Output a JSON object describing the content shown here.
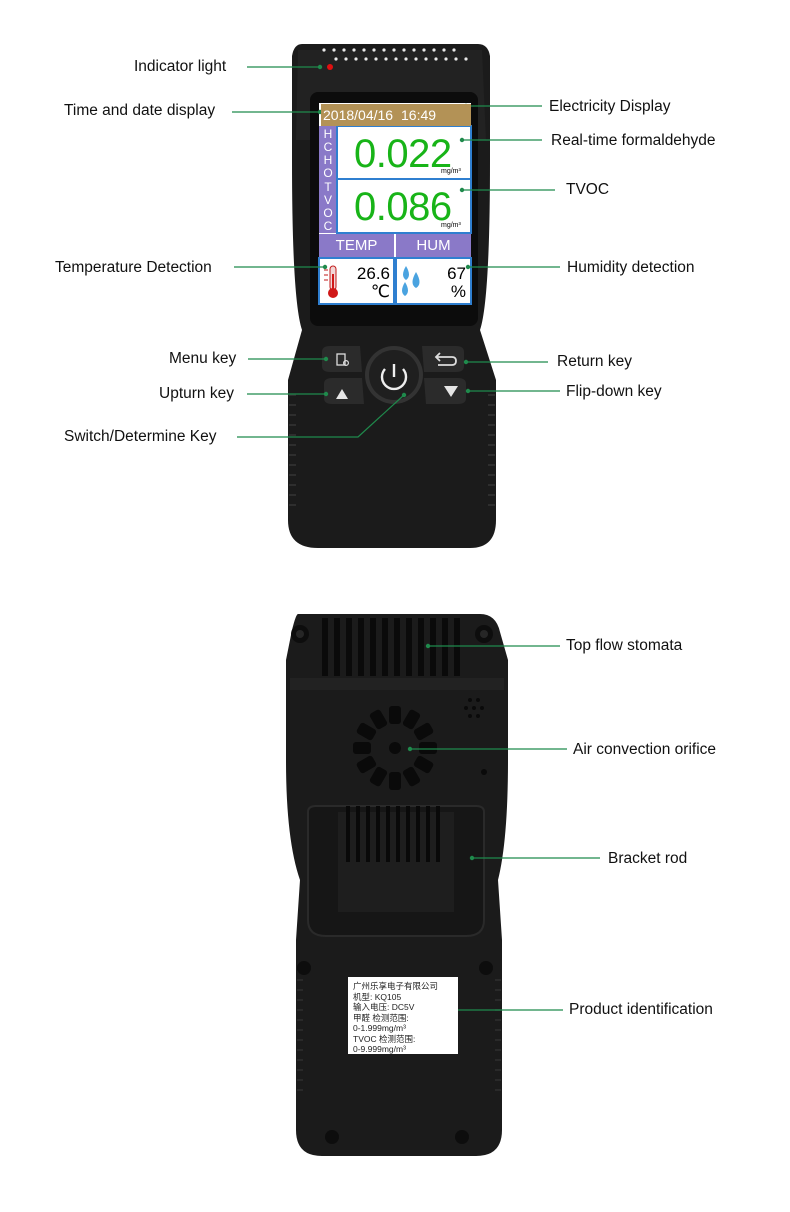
{
  "callouts": {
    "indicator_light": "Indicator light",
    "time_date": "Time and date display",
    "electricity": "Electricity Display",
    "formaldehyde": "Real-time formaldehyde",
    "tvoc": "TVOC",
    "temperature": "Temperature Detection",
    "humidity": "Humidity detection",
    "menu_key": "Menu key",
    "return_key": "Return key",
    "upturn_key": "Upturn key",
    "flipdown_key": "Flip-down key",
    "switch_key": "Switch/Determine Key",
    "top_flow": "Top flow stomata",
    "air_convection": "Air convection orifice",
    "bracket_rod": "Bracket rod",
    "product_id": "Product identification"
  },
  "screen": {
    "date": "2018/04/16",
    "time": "16:49",
    "hcho_label": [
      "H",
      "C",
      "H",
      "O"
    ],
    "hcho_value": "0.022",
    "tvoc_label": [
      "T",
      "V",
      "O",
      "C"
    ],
    "tvoc_value": "0.086",
    "unit": "mg/m³",
    "temp_header": "TEMP",
    "hum_header": "HUM",
    "temp_value": "26.6",
    "temp_unit": "℃",
    "hum_value": "67",
    "hum_unit": "%"
  },
  "label_sticker": {
    "lines": [
      "广州乐享电子有限公司",
      "机型: KQ105",
      "输入电压: DC5V",
      "甲醛 检测范围:",
      "0-1.999mg/m³",
      "TVOC 检测范围:",
      "0-9.999mg/m³"
    ]
  },
  "colors": {
    "callout_line": "#1f8a4c",
    "device_body": "#1c1c1c",
    "screen_value": "#18b418",
    "screen_side": "#8a79c8",
    "screen_date_bar": "#b39256",
    "screen_border": "#2f7fd0",
    "indicator": "#e01010"
  },
  "icons": [
    "menu-key-icon",
    "return-arrow-icon",
    "up-triangle-icon",
    "down-triangle-icon",
    "power-icon",
    "thermometer-icon",
    "water-drops-icon",
    "battery-icon"
  ]
}
